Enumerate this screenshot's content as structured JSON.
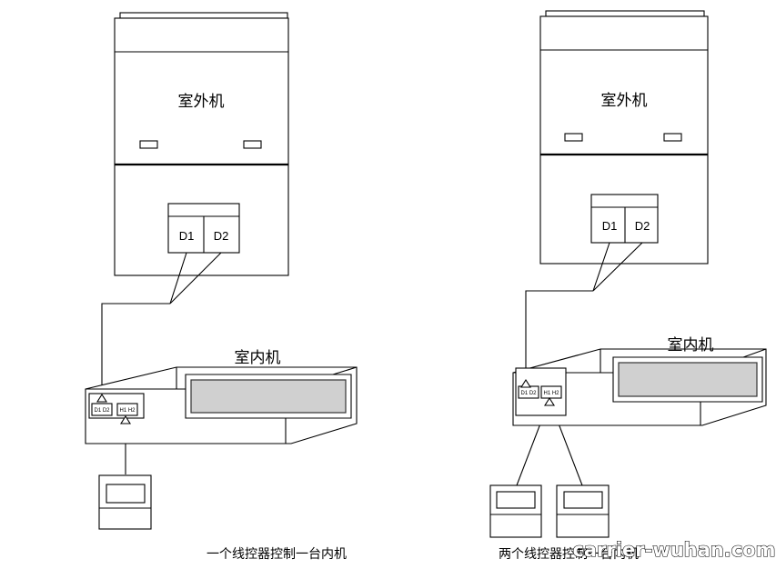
{
  "left": {
    "outdoor_label": "室外机",
    "terminal_d1": "D1",
    "terminal_d2": "D2",
    "indoor_label": "室内机",
    "indoor_terminal_d": "D1 D2",
    "indoor_terminal_h": "H1 H2",
    "caption": "一个线控器控制一台内机"
  },
  "right": {
    "outdoor_label": "室外机",
    "terminal_d1": "D1",
    "terminal_d2": "D2",
    "indoor_label": "室内机",
    "indoor_terminal_d": "D1 D2",
    "indoor_terminal_h": "H1 H2",
    "caption": "两个线控器控制一台内机"
  },
  "watermark": "carrier-wuhan.com"
}
